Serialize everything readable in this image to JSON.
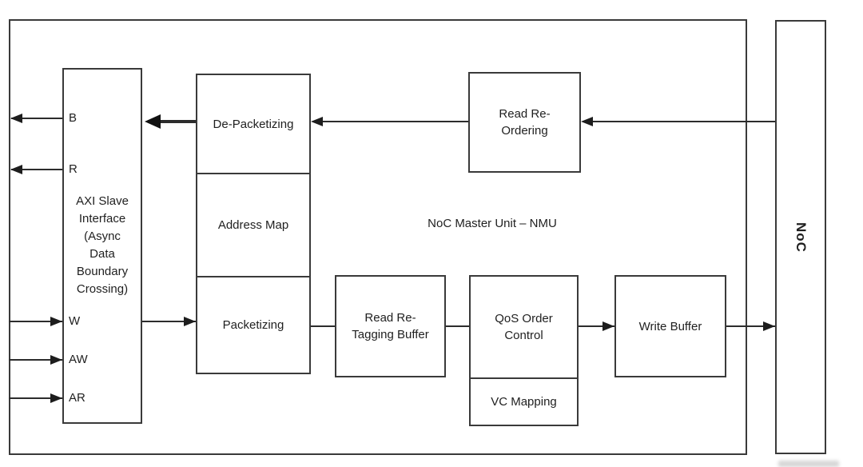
{
  "diagram": {
    "title": "NoC Master Unit – NMU",
    "noc_label": "NoC",
    "axi_box": {
      "label": "AXI Slave\nInterface\n(Async\nData\nBoundary\nCrossing)",
      "ports": {
        "b": "B",
        "r": "R",
        "w": "W",
        "aw": "AW",
        "ar": "AR"
      }
    },
    "blocks": {
      "de_packetizing": "De-Packetizing",
      "address_map": "Address Map",
      "packetizing": "Packetizing",
      "read_re_ordering": "Read Re-\nOrdering",
      "read_re_tagging_buffer": "Read Re-\nTagging Buffer",
      "qos_order_control": "QoS Order\nControl",
      "vc_mapping": "VC Mapping",
      "write_buffer": "Write Buffer"
    },
    "colors": {
      "border": "#3a3a3a",
      "arrow": "#1d1d1d",
      "text": "#1f1f1f",
      "background": "#ffffff"
    }
  }
}
